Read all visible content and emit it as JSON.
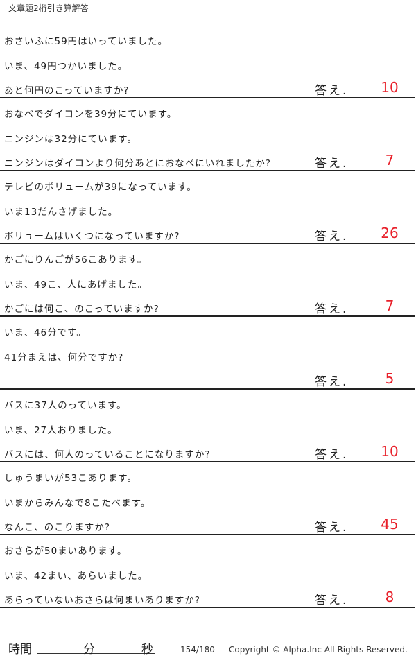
{
  "title": "文章題2桁引き算解答",
  "answer_label": "答え.",
  "answer_color": "#e8202a",
  "problems": [
    {
      "lines": [
        "おさいふに59円はいっていました。",
        "いま、49円つかいました。",
        "あと何円のこっていますか?"
      ],
      "answer": "10"
    },
    {
      "lines": [
        "おなべでダイコンを39分にています。",
        "ニンジンは32分にています。",
        "ニンジンはダイコンより何分あとにおなべにいれましたか?"
      ],
      "answer": "7"
    },
    {
      "lines": [
        "テレビのボリュームが39になっています。",
        "いま13だんさげました。",
        "ボリュームはいくつになっていますか?"
      ],
      "answer": "26"
    },
    {
      "lines": [
        "かごにりんごが56こあります。",
        "いま、49こ、人にあげました。",
        "かごには何こ、のこっていますか?"
      ],
      "answer": "7"
    },
    {
      "lines": [
        "いま、46分です。",
        "41分まえは、何分ですか?",
        ""
      ],
      "answer": "5"
    },
    {
      "lines": [
        "バスに37人のっています。",
        "いま、27人おりました。",
        "バスには、何人のっていることになりますか?"
      ],
      "answer": "10"
    },
    {
      "lines": [
        "しゅうまいが53こあります。",
        "いまからみんなで8こたべます。",
        "なんこ、のこりますか?"
      ],
      "answer": "45"
    },
    {
      "lines": [
        "おさらが50まいあります。",
        "いま、42まい、あらいました。",
        "あらっていないおさらは何まいありますか?"
      ],
      "answer": "8"
    }
  ],
  "footer": {
    "time_label": "時間",
    "minutes_label": "分",
    "seconds_label": "秒",
    "page": "154/180",
    "copyright": "Copyright ©  Alpha.Inc All Rights Reserved."
  }
}
